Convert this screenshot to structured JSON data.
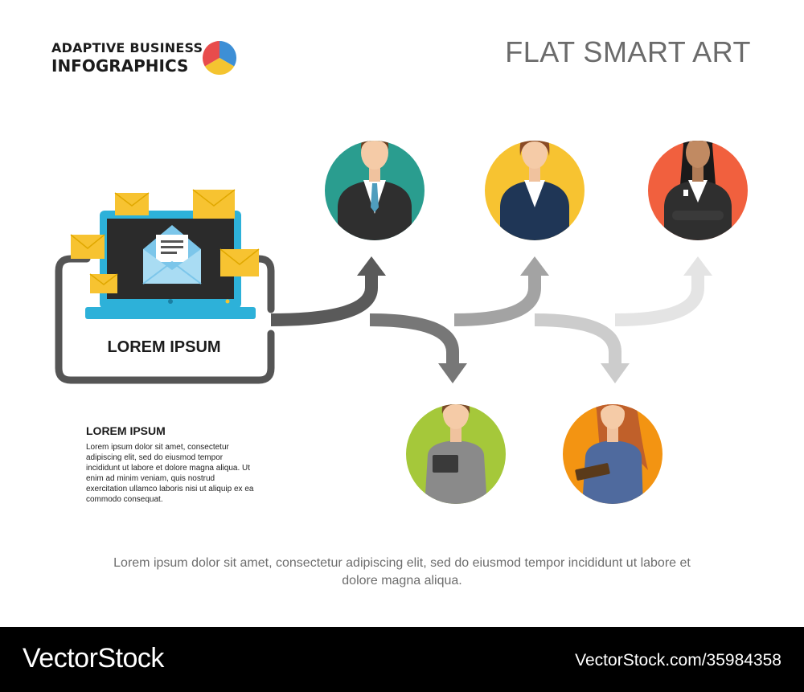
{
  "brand": {
    "line1": "ADAPTIVE BUSINESS",
    "line2": "INFOGRAPHICS",
    "logo_colors": [
      "#3d8fd6",
      "#f4c430",
      "#e84c4c"
    ]
  },
  "title": "FLAT SMART ART",
  "source": {
    "label": "LOREM IPSUM",
    "icon": "laptop-email-icon"
  },
  "people": [
    {
      "id": "man-suit",
      "circle_color": "#2a9d8f",
      "position": "top"
    },
    {
      "id": "woman-blazer",
      "circle_color": "#f7c331",
      "position": "top"
    },
    {
      "id": "woman-dark-suit",
      "circle_color": "#f1603e",
      "position": "top"
    },
    {
      "id": "woman-tablet",
      "circle_color": "#a5c83a",
      "position": "bottom"
    },
    {
      "id": "woman-notebook",
      "circle_color": "#f39412",
      "position": "bottom"
    }
  ],
  "arrow_colors": [
    "#5a5a5a",
    "#777777",
    "#a3a3a3",
    "#cccccc",
    "#e4e4e4"
  ],
  "side_text": {
    "heading": "LOREM IPSUM",
    "body": "Lorem ipsum dolor sit amet, consectetur adipiscing elit, sed do eiusmod tempor incididunt ut labore et dolore magna aliqua. Ut enim ad minim veniam, quis nostrud exercitation ullamco laboris nisi ut aliquip ex ea commodo consequat."
  },
  "caption": "Lorem ipsum dolor sit amet, consectetur adipiscing elit, sed do eiusmod tempor incididunt ut labore et dolore magna aliqua.",
  "footer": {
    "brand": "VectorStock",
    "url": "VectorStock.com/35984358"
  }
}
